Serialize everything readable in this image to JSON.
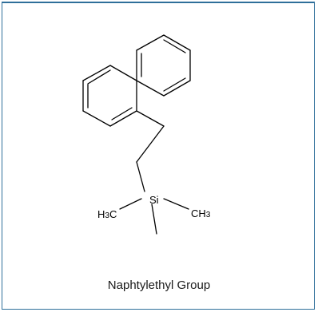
{
  "figure": {
    "caption": "Naphtylethyl Group",
    "border_color": "#2f6f9a",
    "bond_color": "#000000"
  },
  "molecule": {
    "labels": {
      "silicon": "Si",
      "left_methyl_main": "H",
      "left_methyl_sub": "3",
      "left_methyl_tail": "C",
      "right_methyl_main": "CH",
      "right_methyl_sub": "3"
    }
  }
}
